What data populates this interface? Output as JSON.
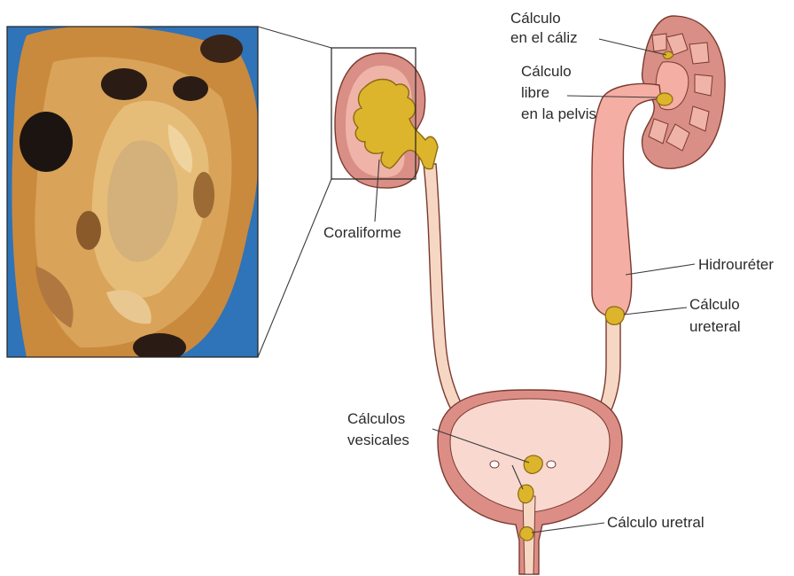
{
  "labels": {
    "calculo_caliz": [
      "Cálculo",
      "en el cáliz"
    ],
    "calculo_pelvis": [
      "Cálculo",
      "libre",
      "en la pelvis"
    ],
    "coraliforme": "Coraliforme",
    "hidroureter": "Hidrouréter",
    "calculo_ureteral": [
      "Cálculo",
      "ureteral"
    ],
    "calculos_vesicales": [
      "Cálculos",
      "vesicales"
    ],
    "calculo_uretral": "Cálculo uretral"
  },
  "colors": {
    "kidney_outer": "#d98f85",
    "kidney_inner": "#f0b3a8",
    "ureter_fill": "#f6d7c3",
    "ureter_dilated": "#f4aea4",
    "bladder_wall": "#dc8e86",
    "bladder_lumen": "#f9d8d0",
    "stone": "#dcb52c",
    "stone_edge": "#8a6a10",
    "photo_background": "#2f73b8",
    "photo_tissue": "#c98a3d"
  }
}
